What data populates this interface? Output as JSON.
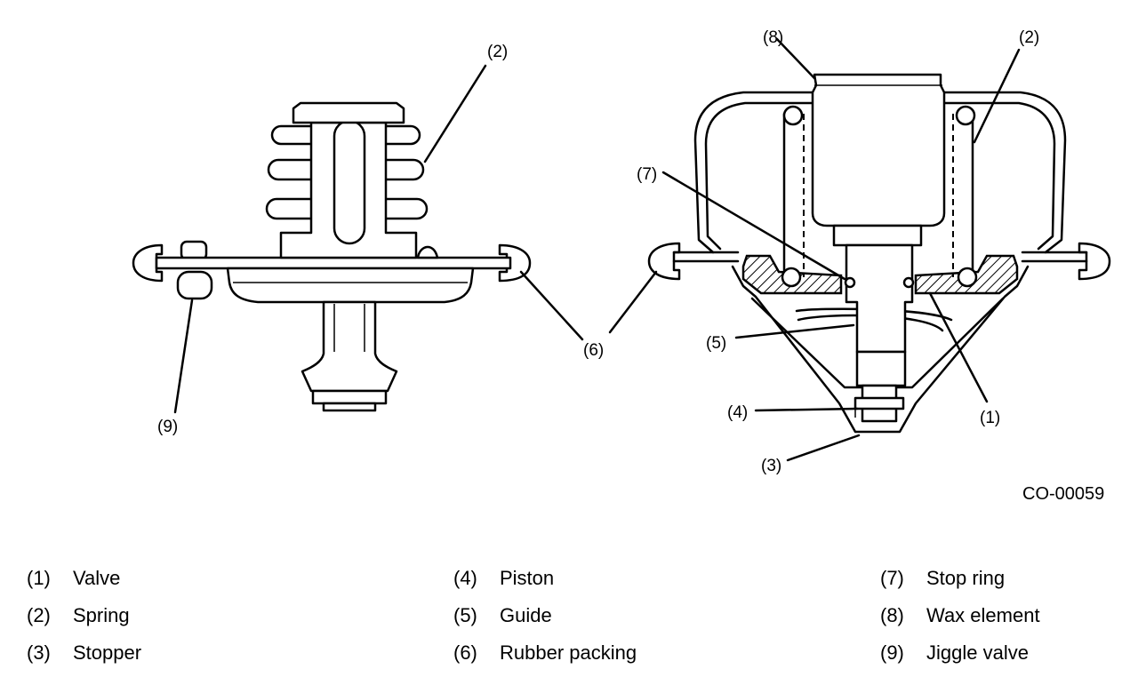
{
  "figure_id": "CO-00059",
  "callouts": {
    "left_spring": "(2)",
    "left_jiggle_valve": "(9)",
    "left_rubber_packing": "(6)",
    "right_wax_element": "(8)",
    "right_spring": "(2)",
    "right_stop_ring": "(7)",
    "right_guide": "(5)",
    "right_piston": "(4)",
    "right_stopper": "(3)",
    "right_valve": "(1)"
  },
  "legend": [
    {
      "num": "(1)",
      "label": "Valve"
    },
    {
      "num": "(2)",
      "label": "Spring"
    },
    {
      "num": "(3)",
      "label": "Stopper"
    },
    {
      "num": "(4)",
      "label": "Piston"
    },
    {
      "num": "(5)",
      "label": "Guide"
    },
    {
      "num": "(6)",
      "label": "Rubber packing"
    },
    {
      "num": "(7)",
      "label": "Stop ring"
    },
    {
      "num": "(8)",
      "label": "Wax element"
    },
    {
      "num": "(9)",
      "label": "Jiggle valve"
    }
  ]
}
